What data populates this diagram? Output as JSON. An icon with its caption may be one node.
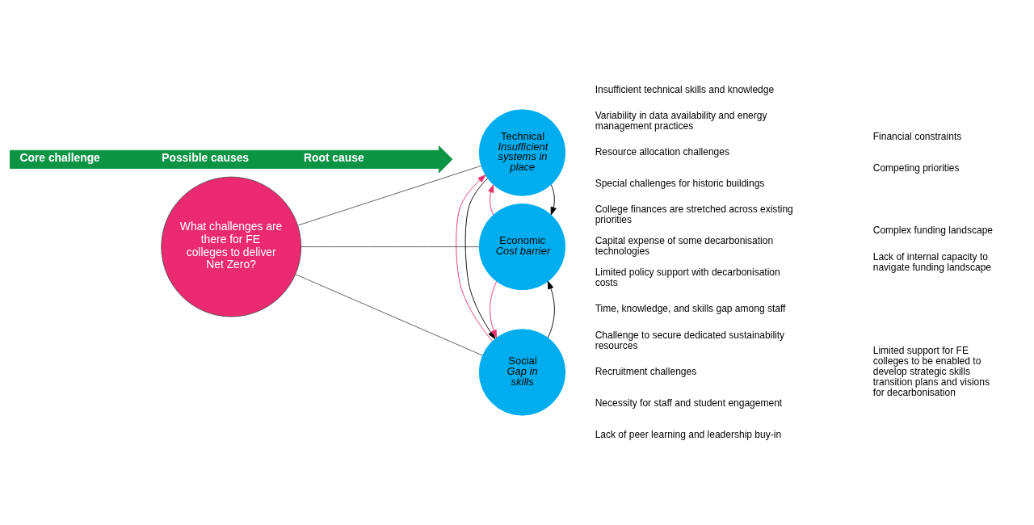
{
  "diagram": {
    "nodes": [
      {
        "text": [
          "Core challenge",
          "Possible causes",
          "Root cause"
        ]
      },
      {
        "text": [
          "What challenges are there for FE colleges to deliver Net Zero?"
        ]
      },
      {
        "text": [
          "Technical",
          "Insufficient systems in place"
        ]
      },
      {
        "text": [
          "Economic",
          "Cost barrier"
        ]
      },
      {
        "text": [
          "Social",
          "Gap in skills"
        ]
      }
    ],
    "edges": [
      {
        "from": 1,
        "to": 2,
        "arrow": "none"
      },
      {
        "from": 1,
        "to": 3,
        "arrow": "none"
      },
      {
        "from": 1,
        "to": 4,
        "arrow": "none"
      },
      {
        "from": 2,
        "to": 3,
        "arrow": "to"
      },
      {
        "from": 2,
        "to": 4,
        "arrow": "to"
      },
      {
        "from": 3,
        "to": 2,
        "arrow": "to",
        "color": "#e8336f"
      },
      {
        "from": 4,
        "to": 2,
        "arrow": "to",
        "color": "#e8336f"
      },
      {
        "from": 4,
        "to": 3,
        "arrow": "to"
      },
      {
        "from": 3,
        "to": 4,
        "arrow": "to",
        "color": "#e8336f"
      }
    ],
    "labels": [
      "Insufficient technical skills and knowledge",
      "Variability in data availability and energy management practices",
      "Resource allocation challenges",
      "Special challenges for historic buildings",
      "College finances are stretched across existing priorities",
      "Capital expense of some decarbonisation technologies",
      "Limited policy support with decarbonisation costs",
      "Time, knowledge, and skills gap among staff",
      "Challenge to secure dedicated sustainability resources",
      "Recruitment challenges",
      "Necessity for staff and student engagement",
      "Lack of peer learning and leadership buy-in",
      "Financial constraints",
      "Competing priorities",
      "Complex funding landscape",
      "Lack of internal capacity to navigate funding landscape",
      "Limited support for FE colleges to be enabled to develop strategic skills transition plans and visions for decarbonisation"
    ]
  }
}
